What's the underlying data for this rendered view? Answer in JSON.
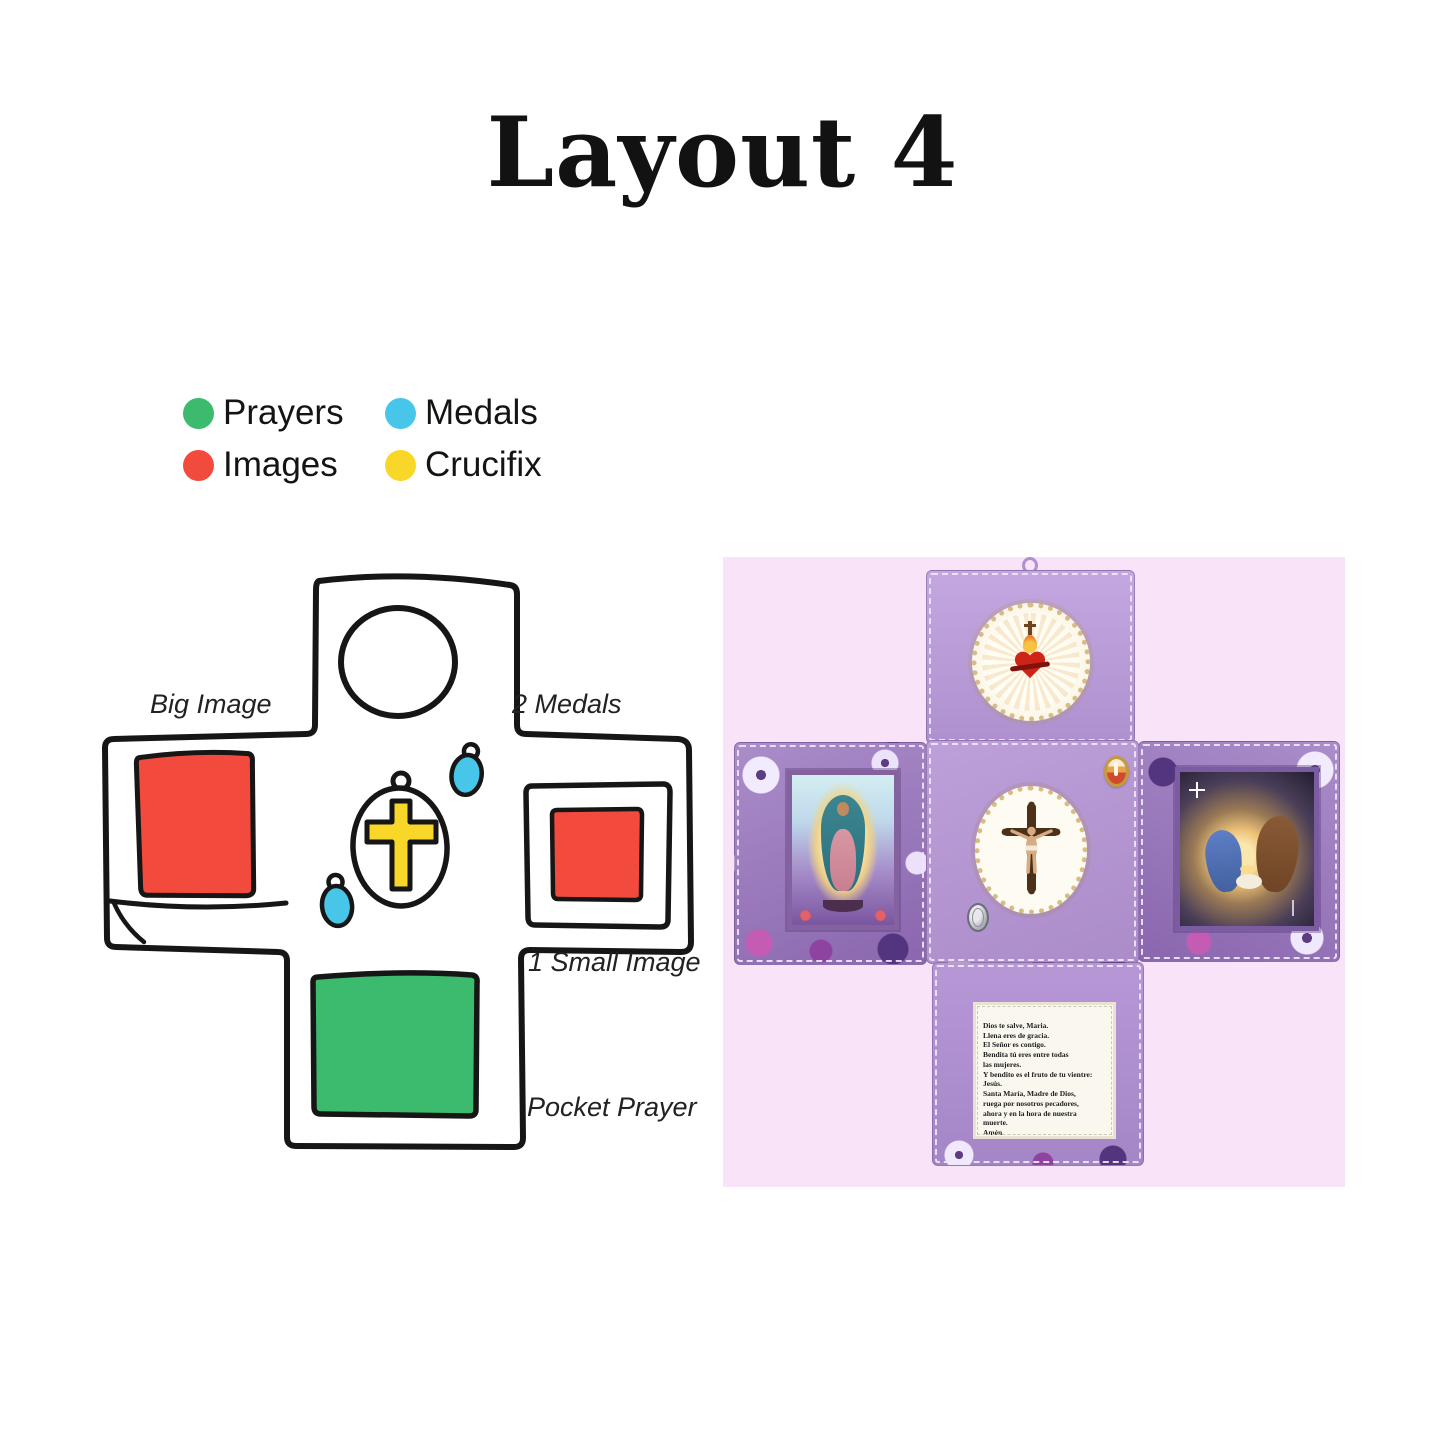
{
  "title": "Layout 4",
  "legend": {
    "items": [
      {
        "label": "Prayers",
        "color": "#3cba6e"
      },
      {
        "label": "Medals",
        "color": "#47c6e9"
      },
      {
        "label": "Images",
        "color": "#f24a3d"
      },
      {
        "label": "Crucifix",
        "color": "#f8d729"
      }
    ]
  },
  "diagram": {
    "labels": {
      "big_image": "Big Image",
      "two_medals": "2 Medals",
      "one_small_image": "1 Small Image",
      "pocket_prayer": "Pocket Prayer"
    }
  },
  "photo": {
    "background_color": "#f8e3f9",
    "fabric_color": "#b294d3",
    "prayer_text": "Dios te salve, Maria.\nLlena eres de gracia.\nEl Señor es contigo.\nBendita tú eres entre todas\nlas mujeres.\nY bendito es el fruto de tu vientre:\nJesús.\nSanta María, Madre de Dios,\nruega por nosotros pecadores,\nahora y en la hora de nuestra\nmuerte.\nAmén."
  }
}
